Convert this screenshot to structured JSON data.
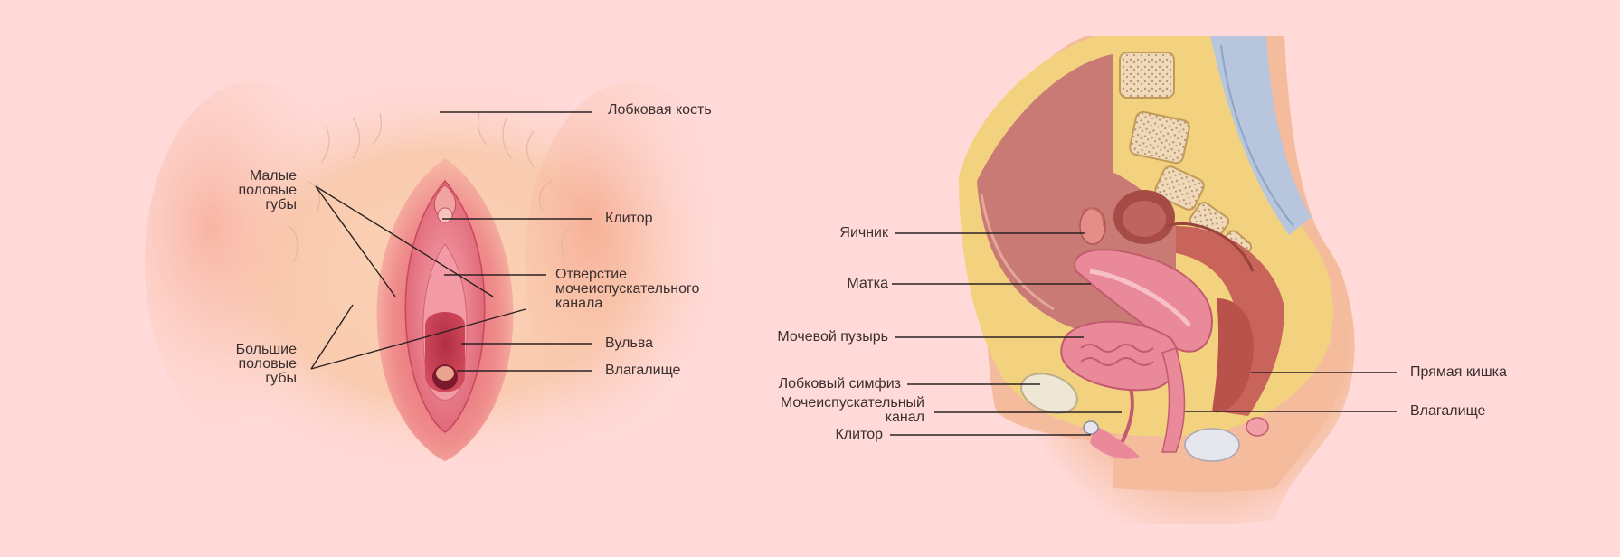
{
  "left_diagram": {
    "labels": {
      "pubic_bone": "Лобковая кость",
      "labia_minora": "Малые\nполовые\nгубы",
      "clitoris": "Клитор",
      "urethral_opening": "Отверстие\nмочеиспускательного\nканала",
      "labia_majora": "Большие\nполовые\nгубы",
      "vulva": "Вульва",
      "vagina": "Влагалище"
    }
  },
  "right_diagram": {
    "labels": {
      "ovary": "Яичник",
      "uterus": "Матка",
      "bladder": "Мочевой пузырь",
      "pubic_symphysis": "Лобковый симфиз",
      "urethra": "Мочеиспускательный\nканал",
      "clitoris": "Клитор",
      "rectum": "Прямая кишка",
      "vagina": "Влагалище"
    }
  },
  "colors": {
    "background": "#ffdad9",
    "skin": "#f6c2a0",
    "tissue_pink": "#e9899a",
    "bone_yellow": "#f3d27f",
    "muscle": "#c9645a",
    "leader_line": "#2a2222"
  }
}
